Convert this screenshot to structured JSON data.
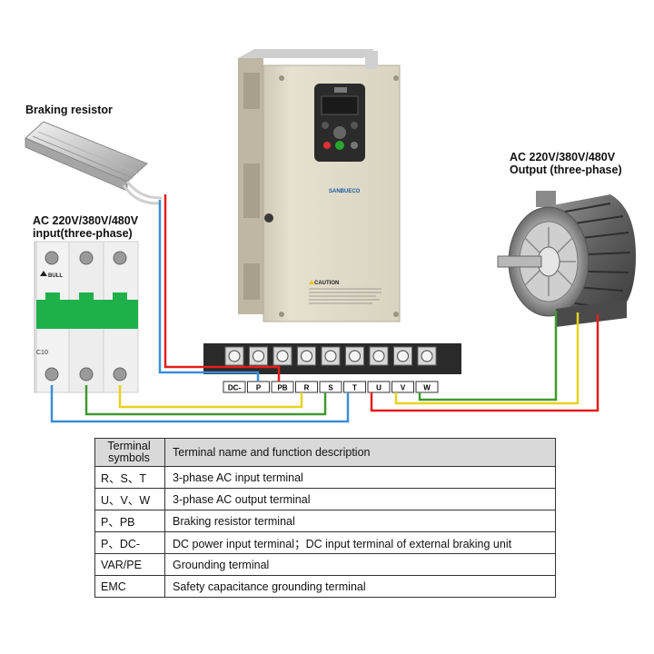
{
  "labels": {
    "braking_resistor": "Braking resistor",
    "input_line1": "AC 220V/380V/480V",
    "input_line2": "input(three-phase)",
    "output_line1": "AC 220V/380V/480V",
    "output_line2": "Output (three-phase)"
  },
  "inverter": {
    "brand": "SANBUECO",
    "caution": "CAUTION"
  },
  "breaker": {
    "brand": "BULL",
    "rating": "C10"
  },
  "terminals": [
    "DC-",
    "P",
    "PB",
    "R",
    "S",
    "T",
    "U",
    "V",
    "W"
  ],
  "wire_colors": {
    "red": "#e0201b",
    "blue": "#3a8fd6",
    "green": "#3f9a2d",
    "yellow": "#e8d21c"
  },
  "table": {
    "header": {
      "symbols": "Terminal symbols",
      "description": "Terminal name and function description"
    },
    "rows": [
      {
        "symbols": "R、S、T",
        "description": "3-phase AC input terminal"
      },
      {
        "symbols": "U、V、W",
        "description": "3-phase AC output terminal"
      },
      {
        "symbols": "P、PB",
        "description": "Braking resistor terminal"
      },
      {
        "symbols": "P、DC-",
        "description": "DC power input terminal；DC input terminal of external braking unit"
      },
      {
        "symbols": "VAR/PE",
        "description": "Grounding terminal"
      },
      {
        "symbols": "EMC",
        "description": "Safety capacitance grounding terminal"
      }
    ]
  }
}
